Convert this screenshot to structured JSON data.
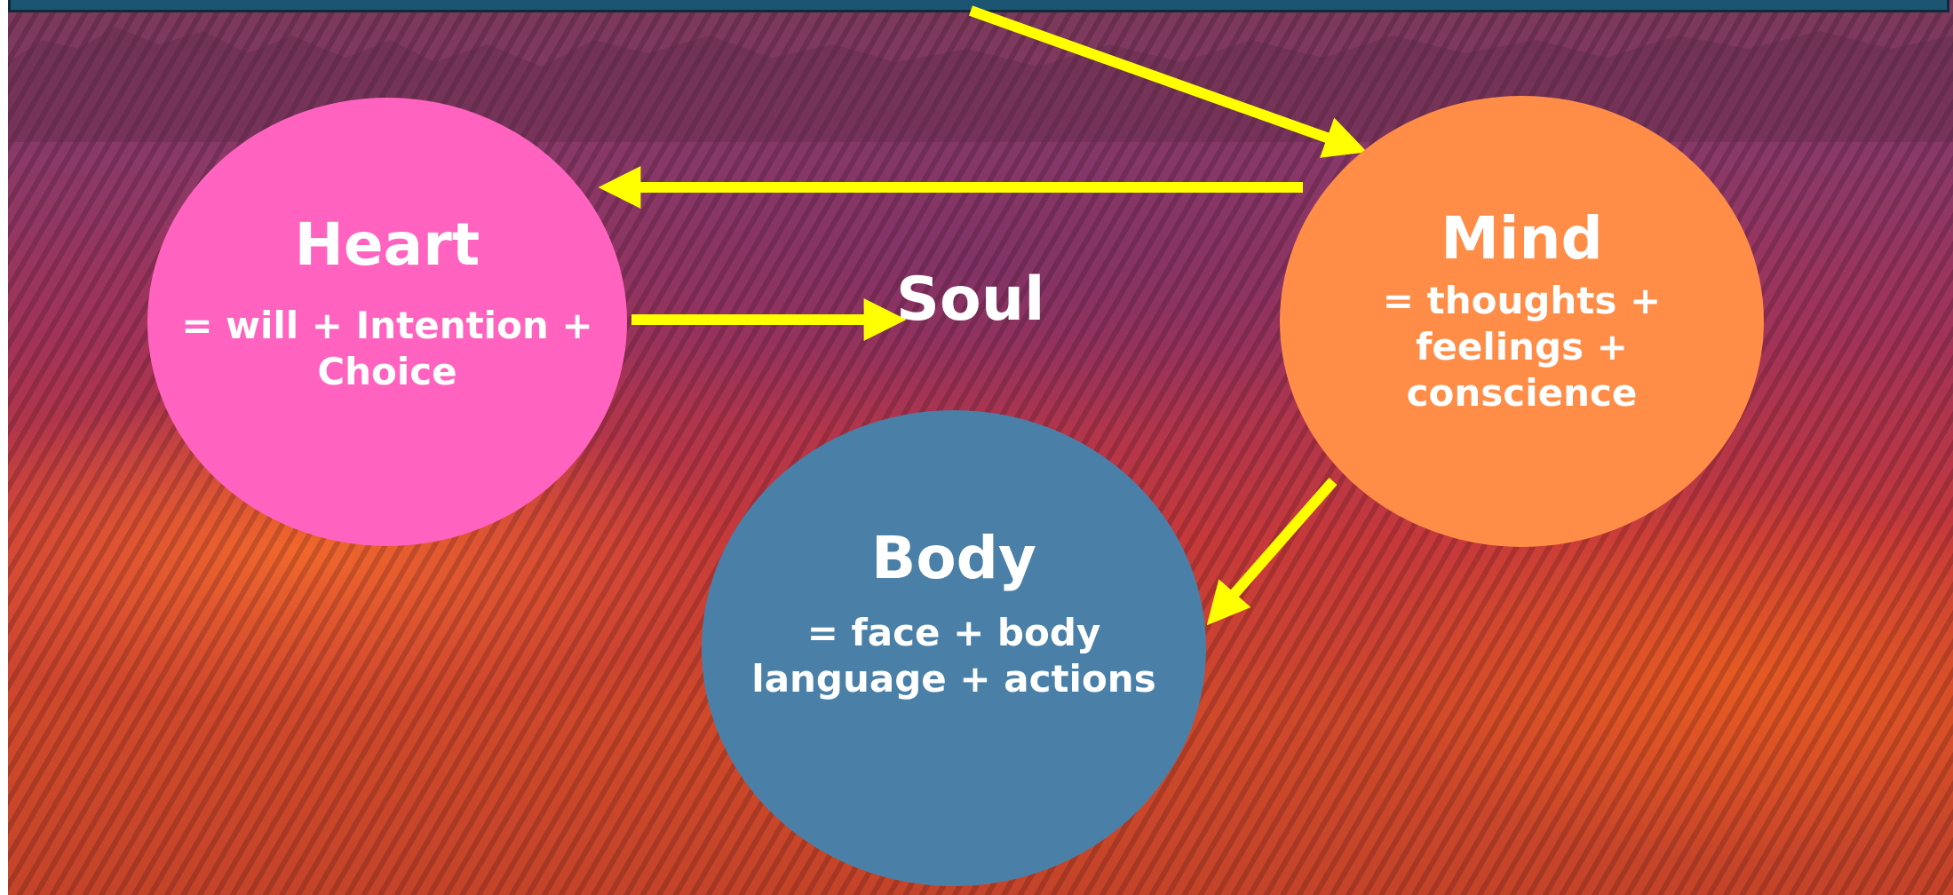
{
  "diagram": {
    "nodes": {
      "heart": {
        "title": "Heart",
        "lines": [
          "= will + Intention +",
          "Choice"
        ],
        "color": "#ff63bf"
      },
      "mind": {
        "title": "Mind",
        "lines": [
          "= thoughts +",
          "feelings +",
          "conscience"
        ],
        "color": "#ff8d48"
      },
      "body": {
        "title": "Body",
        "lines": [
          "= face + body",
          "language + actions"
        ],
        "color": "#4a80a7"
      }
    },
    "soul_label": "Soul",
    "arrow_color": "#ffff00",
    "arrows": [
      {
        "from": "top-bar",
        "to": "mind"
      },
      {
        "from": "mind",
        "to": "heart"
      },
      {
        "from": "heart",
        "to": "soul"
      },
      {
        "from": "mind",
        "to": "body"
      }
    ]
  }
}
